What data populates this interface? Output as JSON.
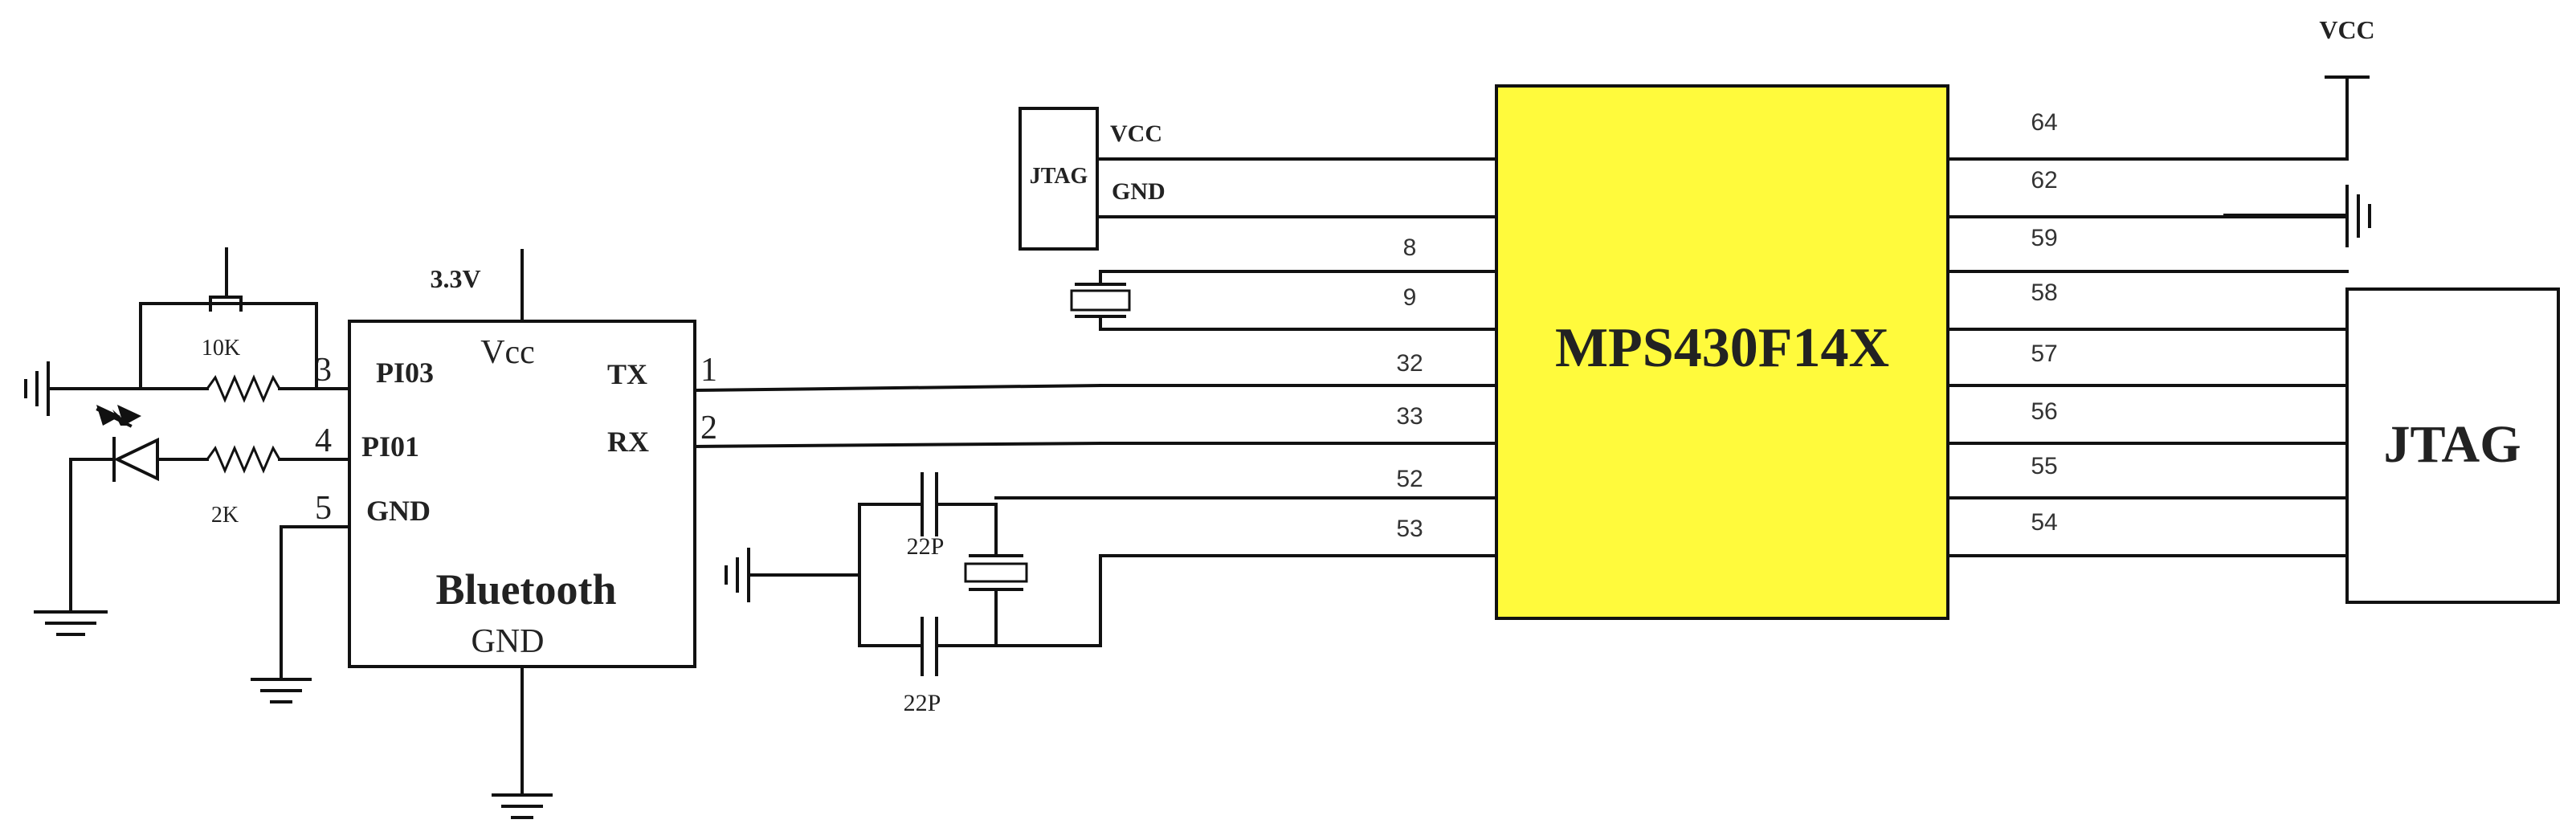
{
  "chip": {
    "label": "MPS430F14X",
    "fill_color": "#fffa3c",
    "left_pins": [
      "8",
      "9",
      "32",
      "33",
      "52",
      "53"
    ],
    "right_pins": [
      "64",
      "62",
      "59",
      "58",
      "57",
      "56",
      "55",
      "54"
    ]
  },
  "bluetooth": {
    "label": "Bluetooth",
    "vcc": "Vcc",
    "gnd_bottom": "GND",
    "tx": "TX",
    "rx": "RX",
    "pi03": "PI03",
    "pi01": "PI01",
    "gnd_left": "GND",
    "pin1": "1",
    "pin2": "2",
    "pin3": "3",
    "pin4": "4",
    "pin5": "5",
    "supply": "3.3V"
  },
  "jtag_small": {
    "label": "JTAG",
    "vcc": "VCC",
    "gnd": "GND"
  },
  "jtag_large": {
    "label": "JTAG"
  },
  "power": {
    "vcc_top": "VCC"
  },
  "components": {
    "r1": "10K",
    "r2": "2K",
    "c1": "22P",
    "c2": "22P"
  },
  "icons": [
    "ground-symbol",
    "crystal-symbol",
    "resistor-symbol",
    "led-symbol",
    "push-button-symbol",
    "capacitor-symbol"
  ]
}
